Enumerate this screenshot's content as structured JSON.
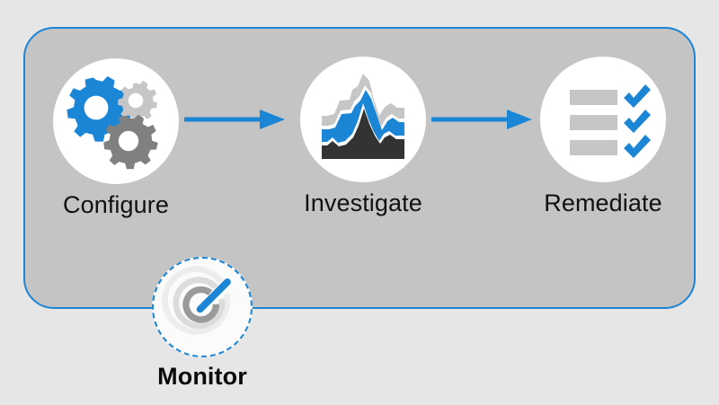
{
  "diagram": {
    "title": "Configure, Investigate, Remediate, Monitor workflow",
    "background_color": "#e6e6e6",
    "panel_color": "#c4c4c4",
    "accent_color": "#1b85d6",
    "gray_dark": "#555555",
    "gray_mid": "#8c8c8c",
    "gray_light": "#c6c6c6",
    "chart_dark": "#333333"
  },
  "nodes": [
    {
      "id": "configure",
      "label": "Configure",
      "icon": "gears-icon",
      "bold": false
    },
    {
      "id": "investigate",
      "label": "Investigate",
      "icon": "area-chart-icon",
      "bold": false
    },
    {
      "id": "remediate",
      "label": "Remediate",
      "icon": "checklist-icon",
      "bold": false
    },
    {
      "id": "monitor",
      "label": "Monitor",
      "icon": "radar-gauge-icon",
      "bold": true
    }
  ],
  "arrows": [
    {
      "id": "arrow-1",
      "from": "configure",
      "to": "investigate",
      "icon": "arrow-right-icon"
    },
    {
      "id": "arrow-2",
      "from": "investigate",
      "to": "remediate",
      "icon": "arrow-right-icon"
    }
  ]
}
